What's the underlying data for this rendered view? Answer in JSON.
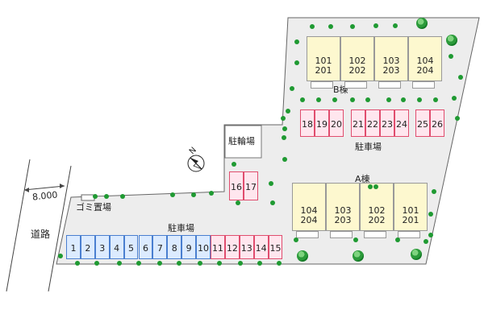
{
  "labels": {
    "building_b": "B棟",
    "building_a": "A棟",
    "bicycle_parking": "駐輪場",
    "parking_top": "駐車場",
    "parking_bottom": "駐車場",
    "garbage": "ゴミ置場",
    "road": "道路",
    "road_width": "8.000",
    "north": "N"
  },
  "building_b_units": [
    {
      "upper": "101",
      "lower": "201"
    },
    {
      "upper": "102",
      "lower": "202"
    },
    {
      "upper": "103",
      "lower": "203"
    },
    {
      "upper": "104",
      "lower": "204"
    }
  ],
  "building_a_units": [
    {
      "upper": "104",
      "lower": "204"
    },
    {
      "upper": "103",
      "lower": "203"
    },
    {
      "upper": "102",
      "lower": "202"
    },
    {
      "upper": "101",
      "lower": "201"
    }
  ],
  "parking_bottom_stalls": [
    "1",
    "2",
    "3",
    "4",
    "5",
    "6",
    "7",
    "8",
    "9",
    "10",
    "11",
    "12",
    "13",
    "14",
    "15"
  ],
  "parking_top_group1": [
    "18",
    "19",
    "20"
  ],
  "parking_top_group2": [
    "21",
    "22",
    "23",
    "24"
  ],
  "parking_top_group3": [
    "25",
    "26"
  ],
  "parking_mid": [
    "16",
    "17"
  ],
  "colors": {
    "lot": "#ededed",
    "building": "#fdf8cf",
    "stall_blue": "#dcebff",
    "stall_pink": "#ffe6ee",
    "tree": "#1f9a32"
  }
}
